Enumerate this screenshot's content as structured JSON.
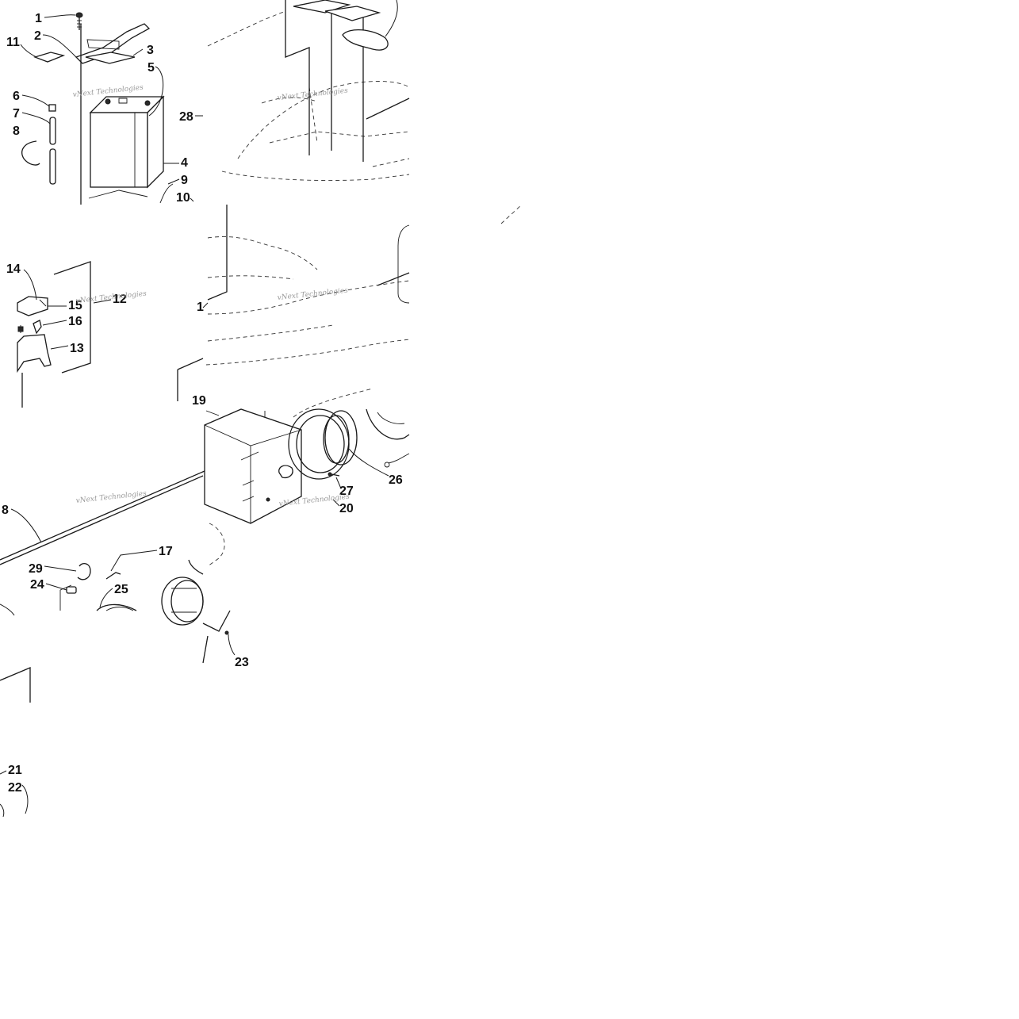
{
  "callouts": {
    "c1": "1",
    "c2": "2",
    "c3": "3",
    "c4": "4",
    "c5": "5",
    "c6": "6",
    "c7": "7",
    "c8": "8",
    "c9": "9",
    "c10": "10",
    "c11": "11",
    "c28": "28",
    "c14": "14",
    "c15": "15",
    "c12": "12",
    "c16": "16",
    "c13": "13",
    "c1b": "1",
    "c19": "19",
    "c26": "26",
    "c27": "27",
    "c20": "20",
    "c8b": "8",
    "c17": "17",
    "c29": "29",
    "c24": "24",
    "c25": "25",
    "c23": "23",
    "c21": "21",
    "c22": "22"
  },
  "watermark": "vNext Technologies"
}
